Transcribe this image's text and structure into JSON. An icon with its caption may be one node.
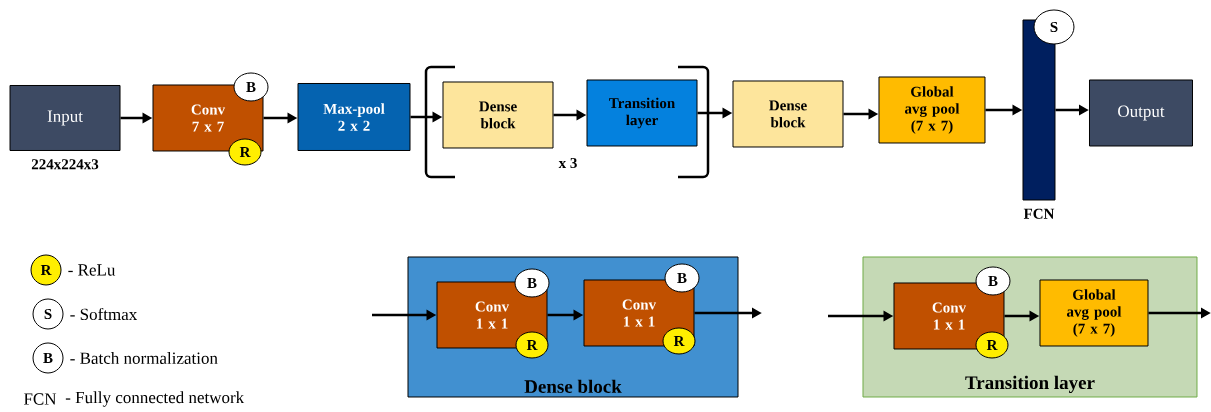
{
  "diagram": {
    "nodes": [
      {
        "text": [
          "Input"
        ],
        "beside": [
          "224x224x3"
        ]
      },
      {
        "text": [
          "Conv 7 x 7"
        ]
      },
      {
        "text": [
          "B"
        ]
      },
      {
        "text": [
          "R"
        ]
      },
      {
        "text": [
          "Max-pool 2 x 2"
        ]
      },
      {
        "text": [
          "Dense block"
        ]
      },
      {
        "text": [
          "Transition layer"
        ]
      },
      {
        "text": [
          "Dense block"
        ]
      },
      {
        "text": [
          "Global avg pool",
          "(7 x 7)"
        ]
      },
      {
        "text": [],
        "shape": "bar",
        "beside": [
          "FCN"
        ]
      },
      {
        "text": [
          "S"
        ]
      },
      {
        "text": [
          "Output"
        ]
      },
      {
        "text": [
          "R"
        ],
        "beside": [
          "- ReLu"
        ]
      },
      {
        "text": [
          "S"
        ],
        "beside": [
          "- Softmax"
        ]
      },
      {
        "text": [
          "B"
        ],
        "beside": [
          "- Batch normalization"
        ]
      },
      {
        "text": [
          "Dense block"
        ]
      },
      {
        "text": [
          "Conv 1 x 1"
        ],
        "in": 15
      },
      {
        "text": [
          "B"
        ],
        "in": 15
      },
      {
        "text": [
          "R"
        ],
        "in": 15
      },
      {
        "text": [
          "Conv 1 x 1"
        ],
        "in": 15
      },
      {
        "text": [
          "B"
        ],
        "in": 15
      },
      {
        "text": [
          "R"
        ],
        "in": 15
      },
      {
        "text": [
          "Transition layer"
        ]
      },
      {
        "text": [
          "Conv 1 x 1"
        ],
        "in": 22
      },
      {
        "text": [
          "B"
        ],
        "in": 22
      },
      {
        "text": [
          "R"
        ],
        "in": 22
      },
      {
        "text": [
          "Global avg pool",
          "(7 x 7)"
        ],
        "in": 22
      }
    ],
    "edges": [
      {
        "from": 0,
        "to": 1,
        "arrow": "to"
      },
      {
        "from": 1,
        "to": 4,
        "arrow": "to"
      },
      {
        "from": 4,
        "to": 5,
        "arrow": "to"
      },
      {
        "from": 5,
        "to": 6,
        "arrow": "to"
      },
      {
        "from": 6,
        "to": 7,
        "arrow": "to"
      },
      {
        "from": 7,
        "to": 8,
        "arrow": "to"
      },
      {
        "from": 8,
        "to": 9,
        "arrow": "to"
      },
      {
        "from": 9,
        "to": 11,
        "arrow": "to"
      },
      {
        "from": null,
        "to": 16,
        "arrow": "to"
      },
      {
        "from": 16,
        "to": 19,
        "arrow": "to"
      },
      {
        "from": 19,
        "to": null,
        "arrow": "to"
      },
      {
        "from": null,
        "to": 23,
        "arrow": "to"
      },
      {
        "from": 23,
        "to": 26,
        "arrow": "to"
      },
      {
        "from": 26,
        "to": null,
        "arrow": "to"
      }
    ],
    "labels": [
      "x 3",
      "FCN",
      "- Fully connected network"
    ]
  }
}
